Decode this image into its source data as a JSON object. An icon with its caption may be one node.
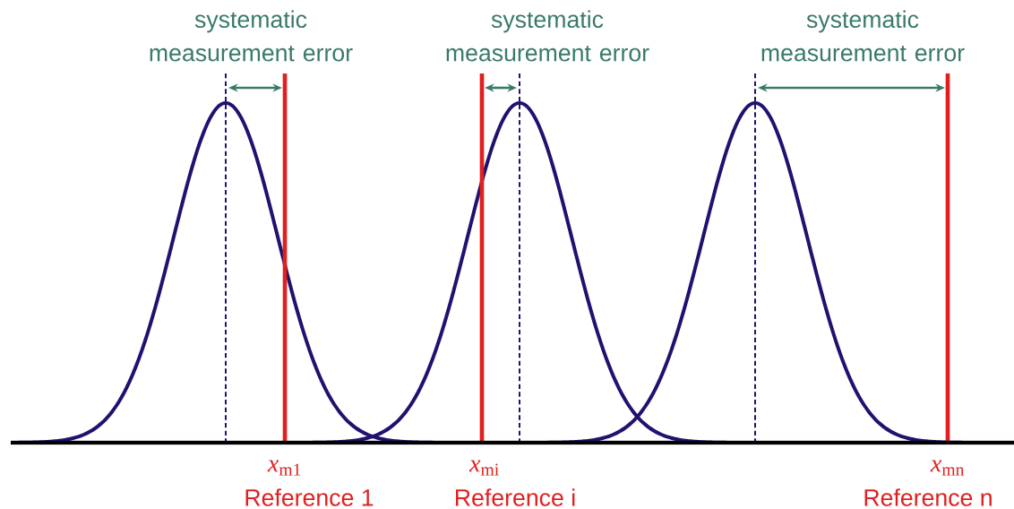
{
  "diagram": {
    "labels": [
      "systematic measurement error",
      "systematic measurement error",
      "systematic measurement error",
      "*x*$_{m1}$",
      "Reference 1",
      "*x*$_{mi}$",
      "Reference i",
      "*x*$_{mn}$",
      "Reference n"
    ]
  }
}
